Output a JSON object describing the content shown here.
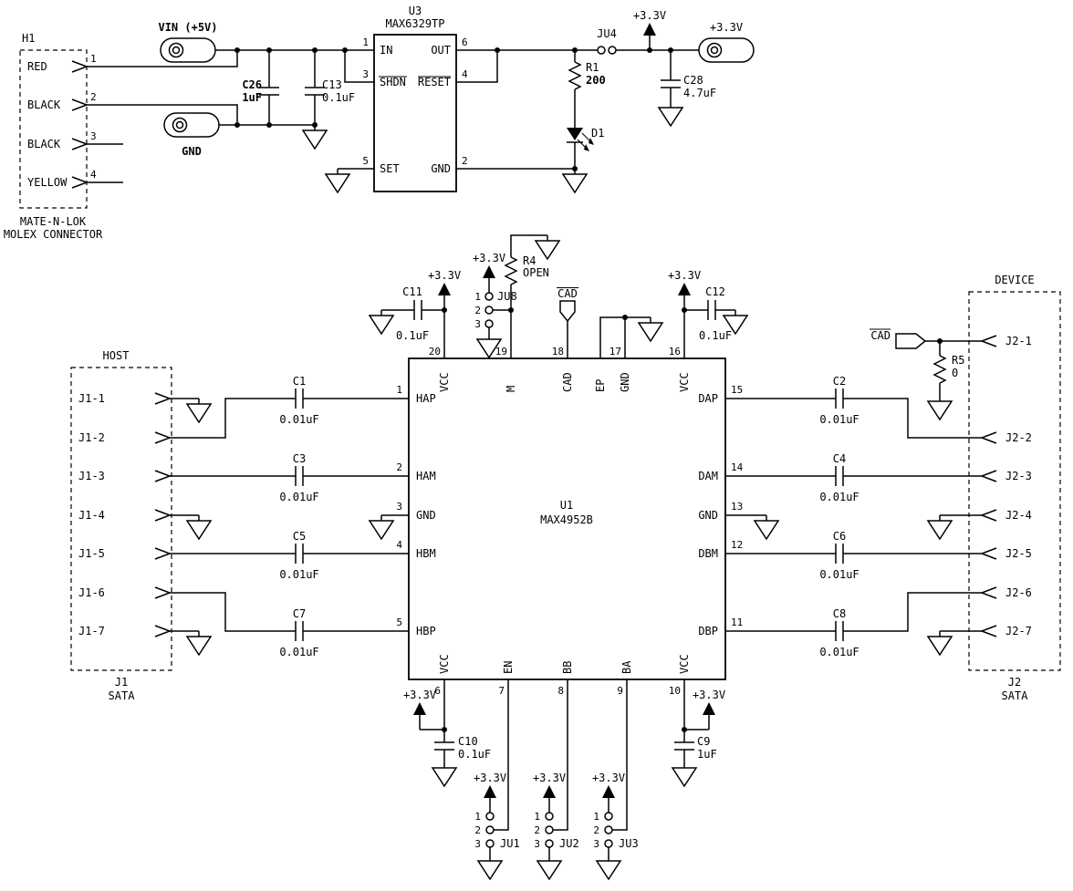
{
  "schematic": {
    "power_labels": {
      "v33": "+3.3V",
      "vin": "VIN (+5V)",
      "gnd": "GND"
    },
    "nets": {
      "cad": "CAD"
    },
    "jumper_pins": [
      "1",
      "2",
      "3"
    ],
    "h1": {
      "ref": "H1",
      "caption1": "MATE-N-LOK",
      "caption2": "MOLEX CONNECTOR",
      "pins": [
        {
          "num": "1",
          "label": "RED"
        },
        {
          "num": "2",
          "label": "BLACK"
        },
        {
          "num": "3",
          "label": "BLACK"
        },
        {
          "num": "4",
          "label": "YELLOW"
        }
      ]
    },
    "u3": {
      "ref": "U3",
      "part": "MAX6329TP",
      "pin_in_num": "1",
      "pin_in": "IN",
      "pin_shdn_num": "3",
      "pin_shdn": "SHDN",
      "pin_set_num": "5",
      "pin_set": "SET",
      "pin_out_num": "6",
      "pin_out": "OUT",
      "pin_reset_num": "4",
      "pin_reset": "RESET",
      "pin_gnd_num": "2",
      "pin_gnd": "GND"
    },
    "u1": {
      "ref": "U1",
      "part": "MAX4952B",
      "left_pins": [
        {
          "num": "1",
          "name": "HAP"
        },
        {
          "num": "2",
          "name": "HAM"
        },
        {
          "num": "3",
          "name": "GND"
        },
        {
          "num": "4",
          "name": "HBM"
        },
        {
          "num": "5",
          "name": "HBP"
        }
      ],
      "right_pins": [
        {
          "num": "15",
          "name": "DAP"
        },
        {
          "num": "14",
          "name": "DAM"
        },
        {
          "num": "13",
          "name": "GND"
        },
        {
          "num": "12",
          "name": "DBM"
        },
        {
          "num": "11",
          "name": "DBP"
        }
      ],
      "top_pins": [
        {
          "num": "20",
          "name": "VCC"
        },
        {
          "num": "19",
          "name": "M"
        },
        {
          "num": "18",
          "name": "CAD"
        },
        {
          "num": "",
          "name": "EP"
        },
        {
          "num": "17",
          "name": "GND"
        },
        {
          "num": "16",
          "name": "VCC"
        }
      ],
      "bottom_pins": [
        {
          "num": "6",
          "name": "VCC"
        },
        {
          "num": "7",
          "name": "EN"
        },
        {
          "num": "8",
          "name": "BB"
        },
        {
          "num": "9",
          "name": "BA"
        },
        {
          "num": "10",
          "name": "VCC"
        }
      ]
    },
    "j1": {
      "ref": "J1",
      "kind": "SATA",
      "title": "HOST",
      "pins": [
        "J1-1",
        "J1-2",
        "J1-3",
        "J1-4",
        "J1-5",
        "J1-6",
        "J1-7"
      ]
    },
    "j2": {
      "ref": "J2",
      "kind": "SATA",
      "title": "DEVICE",
      "pins": [
        "J2-1",
        "J2-2",
        "J2-3",
        "J2-4",
        "J2-5",
        "J2-6",
        "J2-7"
      ]
    },
    "components": {
      "c26": {
        "ref": "C26",
        "value": "1uF"
      },
      "c13": {
        "ref": "C13",
        "value": "0.1uF"
      },
      "c28": {
        "ref": "C28",
        "value": "4.7uF"
      },
      "c11": {
        "ref": "C11",
        "value": "0.1uF"
      },
      "c12": {
        "ref": "C12",
        "value": "0.1uF"
      },
      "c10": {
        "ref": "C10",
        "value": "0.1uF"
      },
      "c9": {
        "ref": "C9",
        "value": "1uF"
      },
      "c1": {
        "ref": "C1",
        "value": "0.01uF"
      },
      "c2": {
        "ref": "C2",
        "value": "0.01uF"
      },
      "c3": {
        "ref": "C3",
        "value": "0.01uF"
      },
      "c4": {
        "ref": "C4",
        "value": "0.01uF"
      },
      "c5": {
        "ref": "C5",
        "value": "0.01uF"
      },
      "c6": {
        "ref": "C6",
        "value": "0.01uF"
      },
      "c7": {
        "ref": "C7",
        "value": "0.01uF"
      },
      "c8": {
        "ref": "C8",
        "value": "0.01uF"
      },
      "r1": {
        "ref": "R1",
        "value": "200"
      },
      "r4": {
        "ref": "R4",
        "value": "OPEN"
      },
      "r5": {
        "ref": "R5",
        "value": "0"
      },
      "d1": {
        "ref": "D1"
      },
      "ju1": {
        "ref": "JU1"
      },
      "ju2": {
        "ref": "JU2"
      },
      "ju3": {
        "ref": "JU3"
      },
      "ju4": {
        "ref": "JU4"
      },
      "ju8": {
        "ref": "JU8"
      }
    }
  }
}
